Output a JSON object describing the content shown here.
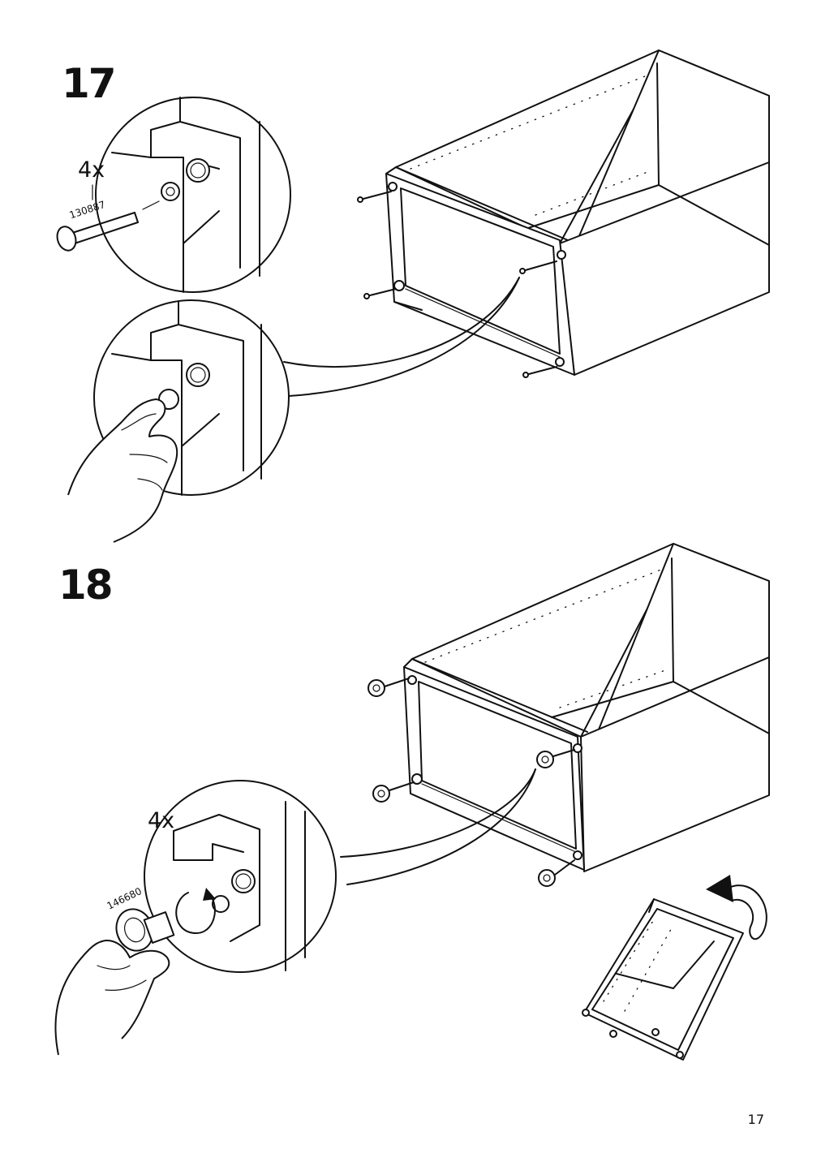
{
  "page_number": "17",
  "steps": [
    {
      "number": "17",
      "quantity": "4x",
      "part_id": "130887",
      "hardware": "dowel-pin"
    },
    {
      "number": "18",
      "quantity": "4x",
      "part_id": "146680",
      "hardware": "adjustable-foot"
    }
  ],
  "colors": {
    "ink": "#111111",
    "paper": "#ffffff"
  }
}
